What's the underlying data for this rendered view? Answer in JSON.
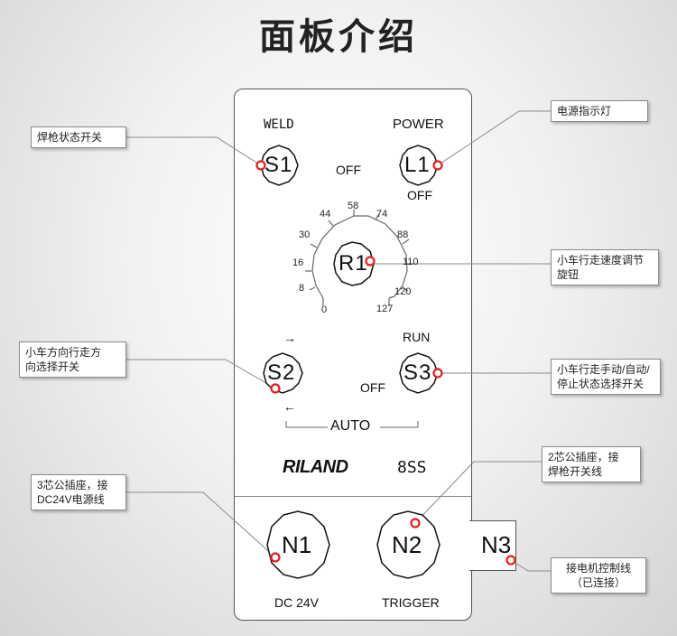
{
  "title": "面板介绍",
  "panel": {
    "weld_label": "WELD",
    "power_label": "POWER",
    "off_top": "OFF",
    "off_power": "OFF",
    "run_label": "RUN",
    "off_s3": "OFF",
    "auto_label": "AUTO",
    "arrow_right": "→",
    "arrow_left": "←",
    "brand": "RILAND",
    "model": "8SS",
    "dc_label": "DC 24V",
    "trigger_label": "TRIGGER"
  },
  "controls": {
    "s1": "S1",
    "l1": "L1",
    "r1": "R1",
    "s2": "S2",
    "s3": "S3",
    "n1": "N1",
    "n2": "N2",
    "n3": "N3"
  },
  "dial": {
    "labels": [
      "0",
      "8",
      "16",
      "30",
      "44",
      "58",
      "74",
      "88",
      "110",
      "120",
      "127"
    ]
  },
  "callouts": {
    "weld_switch": "焊枪状态开关",
    "power_light": "电源指示灯",
    "speed_knob_1": "小车行走速度调节",
    "speed_knob_2": "旋钮",
    "direction_1": "小车方向行走方",
    "direction_2": "向选择开关",
    "mode_1": "小车行走手动/自动/",
    "mode_2": "停止状态选择开关",
    "n1_1": "3芯公插座，接",
    "n1_2": "DC24V电源线",
    "n2_1": "2芯公插座，接",
    "n2_2": "焊枪开关线",
    "n3_1": "接电机控制线",
    "n3_2": "（已连接）"
  },
  "colors": {
    "marker": "#e0201e",
    "panel_border": "#555555",
    "leader": "#8a8a8a"
  }
}
